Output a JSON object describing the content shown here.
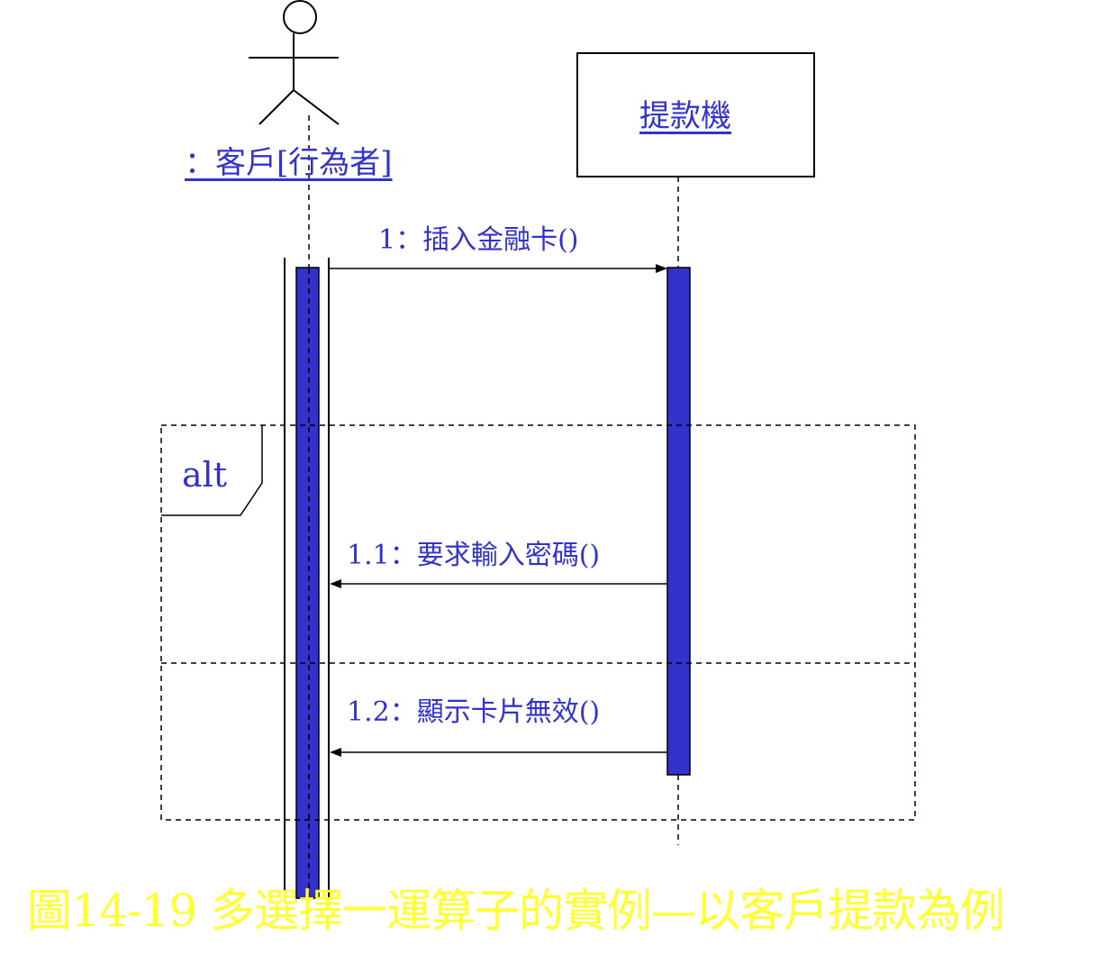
{
  "participants": [
    {
      "id": "customer",
      "label": "：客戶[行為者]",
      "kind": "actor"
    },
    {
      "id": "atm",
      "label": "提款機",
      "kind": "object"
    }
  ],
  "messages": [
    {
      "id": "m1",
      "label": "1：插入金融卡()",
      "from": "customer",
      "to": "atm"
    },
    {
      "id": "m1_1",
      "label": "1.1：要求輸入密碼()",
      "from": "atm",
      "to": "customer"
    },
    {
      "id": "m1_2",
      "label": "1.2：顯示卡片無效()",
      "from": "atm",
      "to": "customer"
    }
  ],
  "fragment": {
    "operator": "alt"
  },
  "caption": "圖14-19 多選擇一運算子的實例—以客戶提款為例",
  "colors": {
    "label": "#3333cc",
    "activation": "#3333cc",
    "caption": "#ffff33",
    "line": "#000000"
  }
}
